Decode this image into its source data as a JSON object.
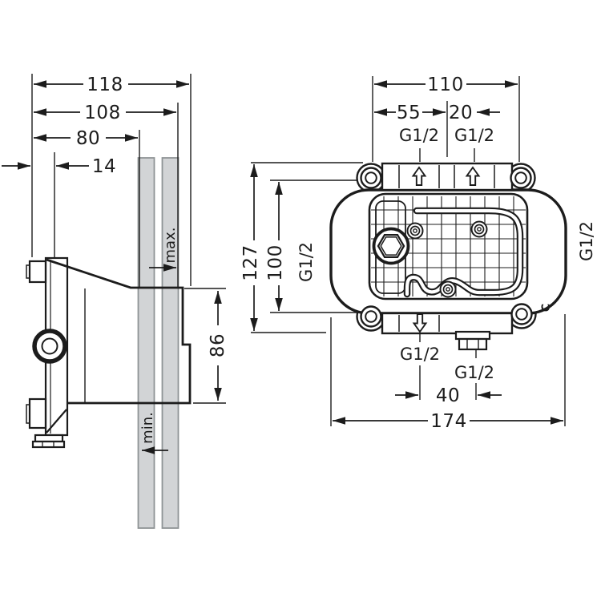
{
  "drawing": {
    "side_view": {
      "dim_depth_total": "118",
      "dim_depth_max": "108",
      "dim_depth_min": "80",
      "dim_front_clearance": "14",
      "dim_height": "86",
      "wall_max_label": "max.",
      "wall_min_label": "min."
    },
    "front_view": {
      "dim_width_screws": "110",
      "dim_center_offset": "55",
      "dim_port_offset": "20",
      "dim_height_total": "127",
      "dim_height_ports": "100",
      "dim_ports_gap": "40",
      "dim_width_total": "174",
      "port_top_left": "G1/2",
      "port_top_right": "G1/2",
      "port_left": "G1/2",
      "port_right": "G1/2",
      "port_bottom_left": "G1/2",
      "port_bottom_right": "G1/2",
      "cast_mark": "C"
    },
    "colors": {
      "line": "#1c1c1c",
      "wall_fill": "#d2d4d6",
      "wall_edge": "#8f9496",
      "background": "#ffffff"
    }
  }
}
